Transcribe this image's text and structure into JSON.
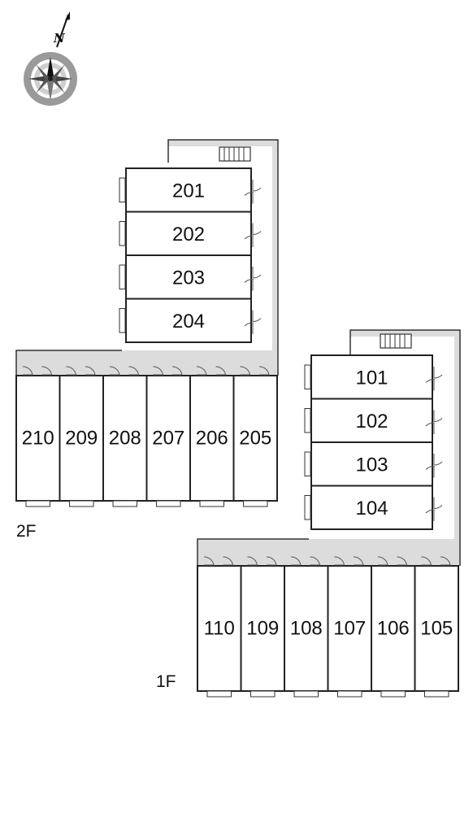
{
  "compass": {
    "north_label": "N",
    "icon": "compass-rose-icon"
  },
  "floors": {
    "second": {
      "label": "2F",
      "upper_wing": [
        "201",
        "202",
        "203",
        "204"
      ],
      "lower_row": [
        "210",
        "209",
        "208",
        "207",
        "206",
        "205"
      ]
    },
    "first": {
      "label": "1F",
      "upper_wing": [
        "101",
        "102",
        "103",
        "104"
      ],
      "lower_row": [
        "110",
        "109",
        "108",
        "107",
        "106",
        "105"
      ]
    }
  },
  "icons": {
    "stairs": "stairs-icon",
    "door": "door-swing-icon"
  }
}
